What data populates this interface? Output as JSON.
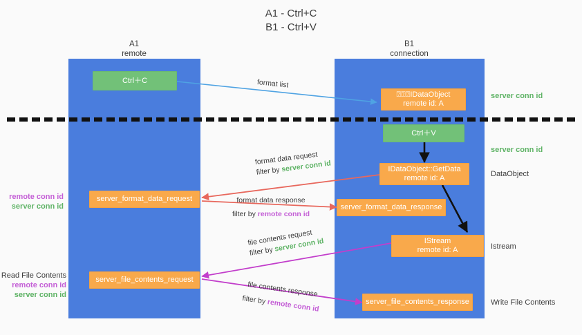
{
  "title": "A1 - Ctrl+C\nB1 - Ctrl+V",
  "colors": {
    "lane": "#4a7ddd",
    "orange": "#f9a94b",
    "green": "#72c178",
    "server_conn": "#5fb366",
    "remote_conn": "#c45fd6",
    "arrow_blue": "#4fa3e3",
    "arrow_red": "#e8685d",
    "arrow_magenta": "#c23ecb",
    "arrow_black": "#000000"
  },
  "lanes": [
    {
      "id": "a1",
      "title": "A1\nremote"
    },
    {
      "id": "b1",
      "title": "B1\nconnection"
    }
  ],
  "nodes": [
    {
      "id": "ctrl-c",
      "label": "Ctrl＋C",
      "kind": "green"
    },
    {
      "id": "ole-get-clipboard",
      "label": "⍰⍰⍰IDataObject\nremote id: A",
      "kind": "orange"
    },
    {
      "id": "ctrl-v",
      "label": "Ctrl＋V",
      "kind": "green"
    },
    {
      "id": "idataobject-getdata",
      "label": "IDataObject::GetData\nremote id: A",
      "kind": "orange"
    },
    {
      "id": "server-format-data-request",
      "label": "server_format_data_request",
      "kind": "orange"
    },
    {
      "id": "server-format-data-response",
      "label": "server_format_data_response",
      "kind": "orange"
    },
    {
      "id": "istream",
      "label": "IStream\nremote id: A",
      "kind": "orange"
    },
    {
      "id": "server-file-contents-request",
      "label": "server_file_contents_request",
      "kind": "orange"
    },
    {
      "id": "server-file-contents-response",
      "label": "server_file_contents_response",
      "kind": "orange"
    }
  ],
  "edge_labels": {
    "format_list": "format list",
    "format_data_request": "format data request",
    "format_data_request_filter_prefix": "filter by ",
    "format_data_request_filter_value": "server conn id",
    "format_data_response": "format data response",
    "format_data_response_filter_prefix": "filter by ",
    "format_data_response_filter_value": "remote conn id",
    "file_contents_request": "file contents request",
    "file_contents_request_filter_prefix": "filter by ",
    "file_contents_request_filter_value": "server conn id",
    "file_contents_response": "file contents response",
    "file_contents_response_filter_prefix": "filter by ",
    "file_contents_response_filter_value": "remote conn id"
  },
  "right_labels": {
    "server_conn_top": "server conn id",
    "server_conn_mid": "server conn id",
    "dataobject": "DataObject",
    "istream": "Istream",
    "write_file_contents": "Write File Contents"
  },
  "left_labels": {
    "conn_pair_top_remote": "remote conn id",
    "conn_pair_top_server": "server conn id",
    "read_file_contents": "Read File Contents",
    "conn_pair_bottom_remote": "remote conn id",
    "conn_pair_bottom_server": "server conn id"
  }
}
